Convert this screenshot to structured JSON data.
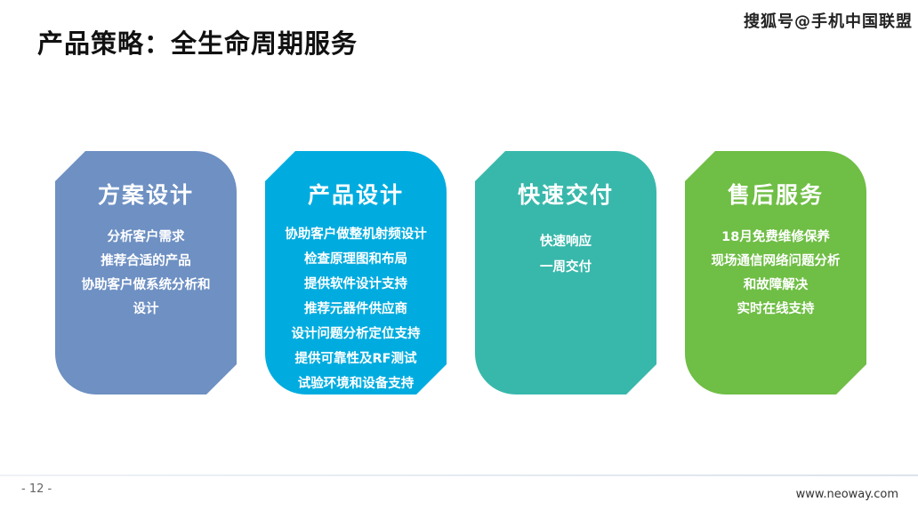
{
  "slide": {
    "title": "产品策略：全生命周期服务",
    "watermark": "搜狐号@手机中国联盟",
    "page_number": "- 12 -",
    "website": "www.neoway.com"
  },
  "cards": [
    {
      "title": "方案设计",
      "color": "#6e90c3",
      "lines": [
        "分析客户需求",
        "推荐合适的产品",
        "协助客户做系统分析和",
        "设计"
      ]
    },
    {
      "title": "产品设计",
      "color": "#00acdf",
      "lines": [
        "协助客户做整机射频设计",
        "检查原理图和布局",
        "提供软件设计支持",
        "推荐元器件供应商",
        "设计问题分析定位支持",
        "提供可靠性及RF测试",
        "试验环境和设备支持"
      ]
    },
    {
      "title": "快速交付",
      "color": "#38b8ab",
      "lines": [
        "快速响应",
        "一周交付"
      ]
    },
    {
      "title": "售后服务",
      "color": "#6fbe45",
      "lines": [
        "18月免费维修保养",
        "现场通信网络问题分析",
        "和故障解决",
        "实时在线支持"
      ]
    }
  ]
}
